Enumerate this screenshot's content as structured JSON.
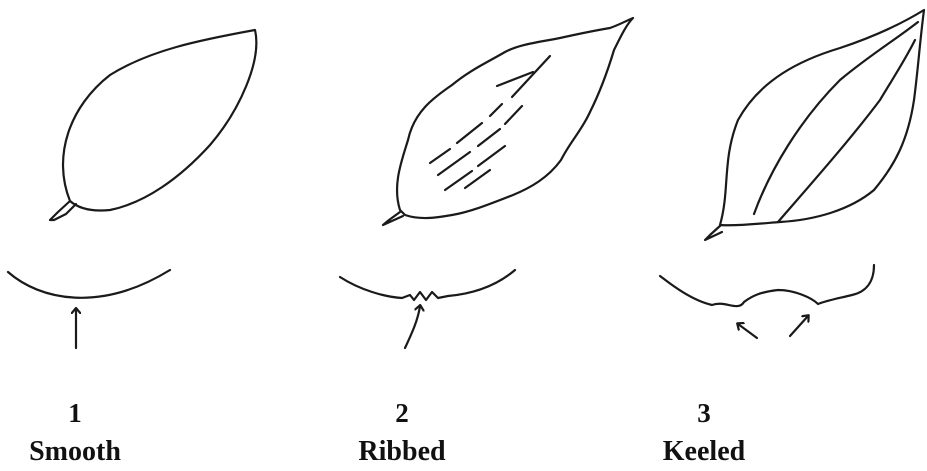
{
  "diagram": {
    "panels": [
      {
        "number": "1",
        "name": "Smooth"
      },
      {
        "number": "2",
        "name": "Ribbed"
      },
      {
        "number": "3",
        "name": "Keeled"
      }
    ],
    "colors": {
      "ink": "#1a1a1a",
      "background": "#ffffff"
    }
  }
}
